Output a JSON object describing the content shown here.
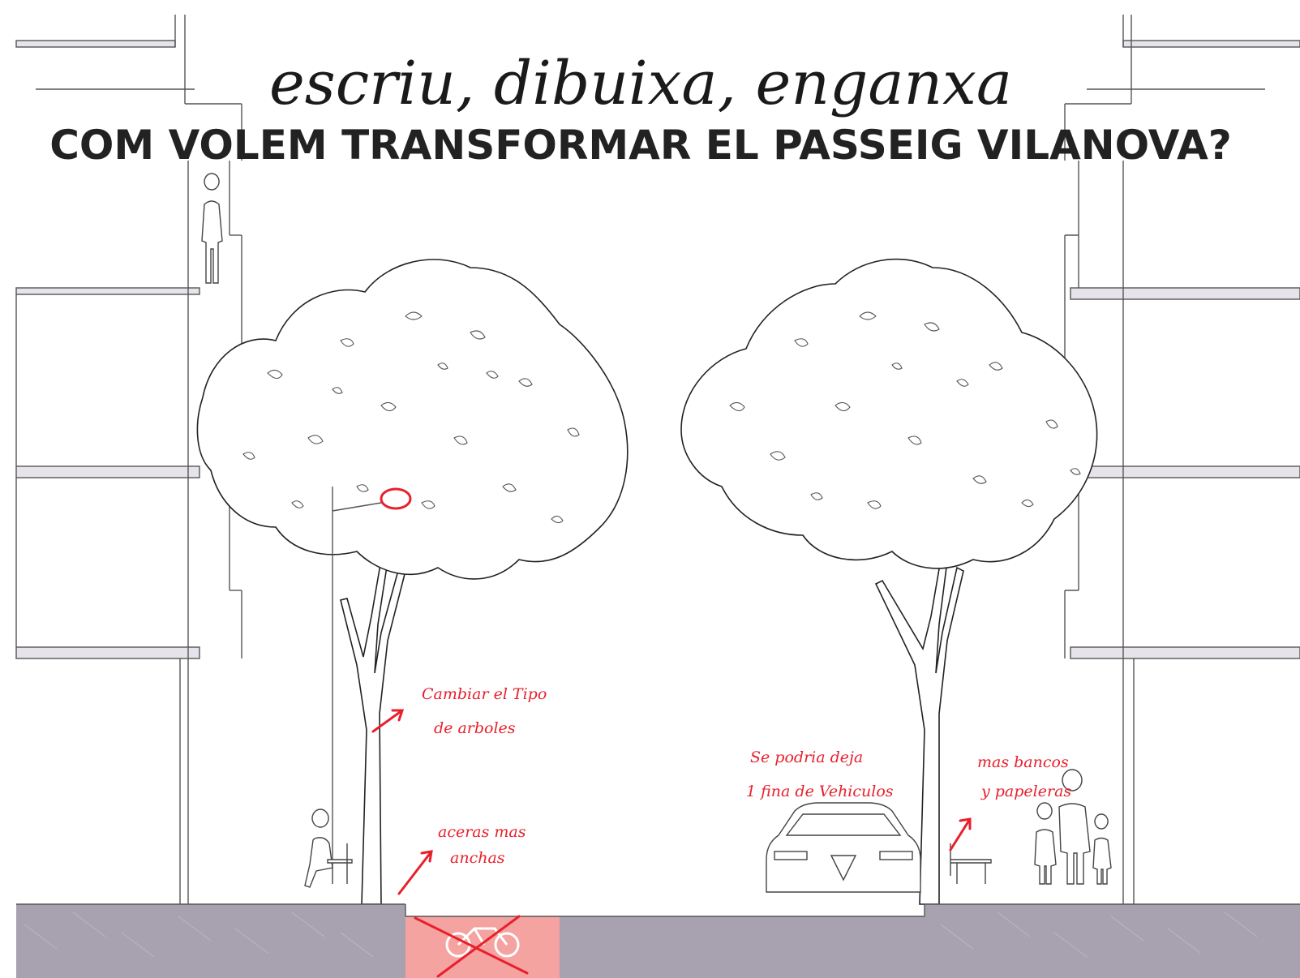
{
  "header": {
    "subtitle": "escriu, dibuixa, enganxa",
    "title": "COM VOLEM TRANSFORMAR EL PASSEIG VILANOVA?"
  },
  "annotations": {
    "tree_type": [
      "Cambiar el Tipo",
      "de arboles"
    ],
    "sidewalks": [
      "aceras mas",
      "anchas"
    ],
    "vehicle_lane": [
      "Se podria deja",
      "1 fina de Vehiculos"
    ],
    "benches": [
      "mas bancos",
      "y papeleras"
    ]
  },
  "colors": {
    "annotation_red": "#e8202c",
    "pavement": "#a8a2b0",
    "bike_lane": "#f4a3a0",
    "building_fill": "#e6e3ea"
  },
  "icons": {
    "bike_lane_symbol": "bicycle-icon",
    "crossed_out": "x-mark"
  }
}
